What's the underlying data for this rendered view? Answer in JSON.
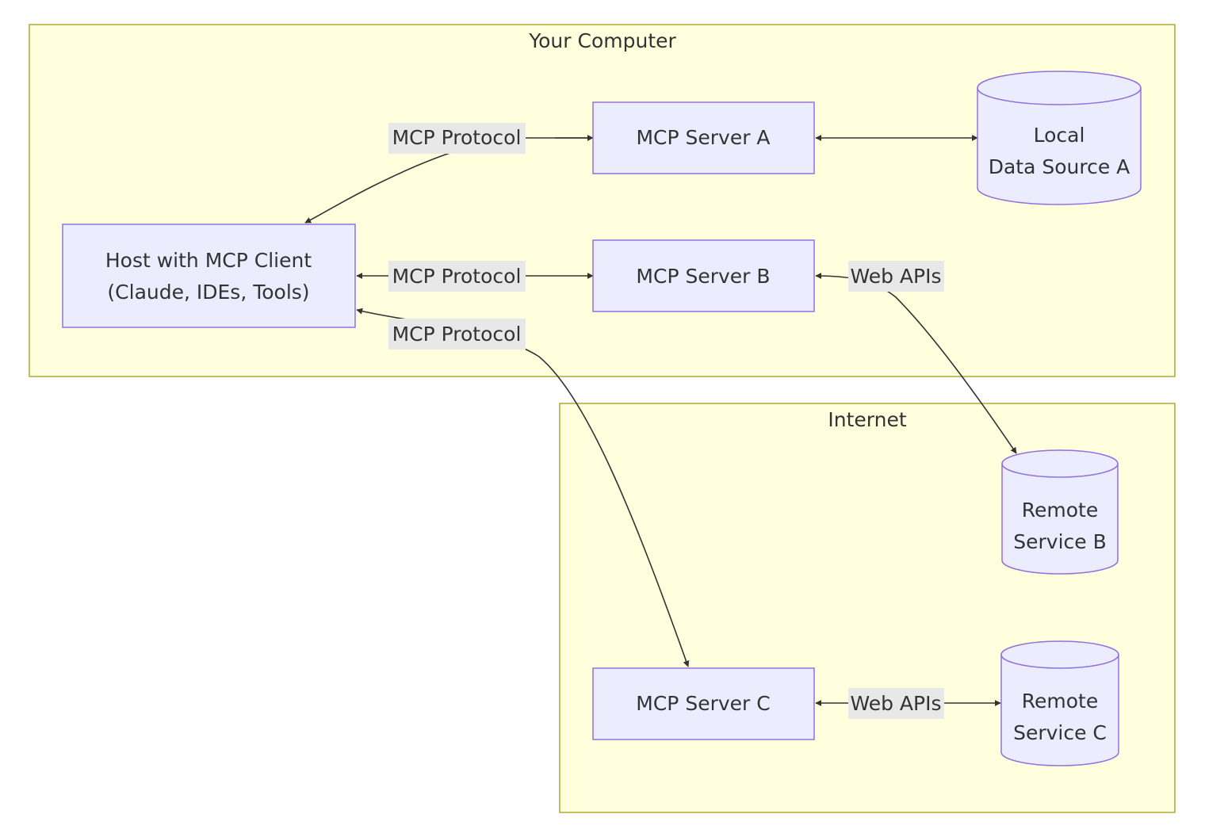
{
  "clusters": {
    "computer": {
      "title": "Your Computer"
    },
    "internet": {
      "title": "Internet"
    }
  },
  "nodes": {
    "host": {
      "line1": "Host with MCP Client",
      "line2": "(Claude, IDEs, Tools)"
    },
    "server_a": {
      "label": "MCP Server A"
    },
    "server_b": {
      "label": "MCP Server B"
    },
    "server_c": {
      "label": "MCP Server C"
    },
    "local_a": {
      "line1": "Local",
      "line2": "Data Source A"
    },
    "remote_b": {
      "line1": "Remote",
      "line2": "Service B"
    },
    "remote_c": {
      "line1": "Remote",
      "line2": "Service C"
    }
  },
  "edges": {
    "host_a": {
      "label": "MCP Protocol"
    },
    "host_b": {
      "label": "MCP Protocol"
    },
    "host_c": {
      "label": "MCP Protocol"
    },
    "b_remote": {
      "label": "Web APIs"
    },
    "c_remote": {
      "label": "Web APIs"
    }
  }
}
